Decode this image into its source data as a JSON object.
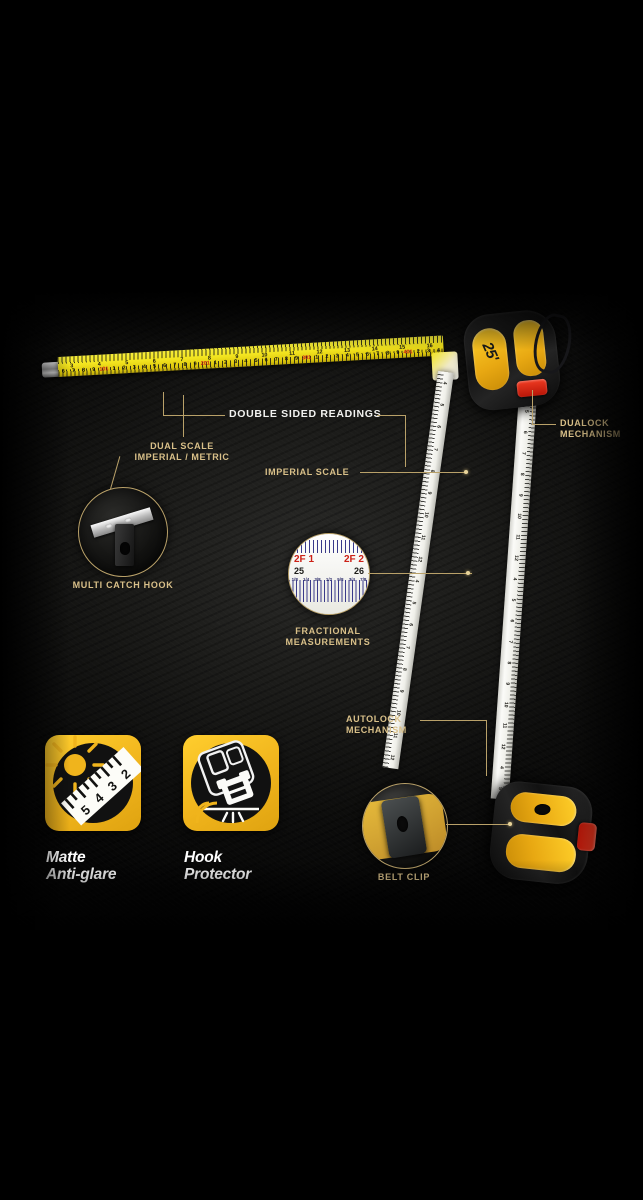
{
  "product": {
    "brand_mark": "25'",
    "body_color": "#f0b41c",
    "accent_gold": "#d9c089",
    "accent_red": "#cc2117",
    "background": "#000000"
  },
  "callouts": [
    {
      "id": "double-sided-readings",
      "label": "DOUBLE SIDED READINGS",
      "style": "white"
    },
    {
      "id": "dual-scale",
      "label": "DUAL SCALE\nIMPERIAL / METRIC",
      "style": "gold"
    },
    {
      "id": "imperial-scale",
      "label": "IMPERIAL SCALE",
      "style": "gold"
    },
    {
      "id": "dualock-mechanism",
      "label": "DUALOCK\nMECHANISM",
      "style": "gold"
    },
    {
      "id": "autolock-mechanism",
      "label": "AUTOLOCK\nMECHANISM",
      "style": "gold"
    },
    {
      "id": "multi-catch-hook",
      "label": "MULTI CATCH HOOK",
      "style": "gold"
    },
    {
      "id": "fractional-measurements",
      "label": "FRACTIONAL\nMEASUREMENTS",
      "style": "gold"
    },
    {
      "id": "belt-clip",
      "label": "BELT CLIP",
      "style": "gold"
    }
  ],
  "features": [
    {
      "id": "matte-anti-glare",
      "label": "Matte\nAnti-glare",
      "icon": "sun-ruler-icon"
    },
    {
      "id": "hook-protector",
      "label": "Hook\nProtector",
      "icon": "hook-protector-icon"
    }
  ],
  "blade_yellow": {
    "imperial_numbers": [
      "3",
      "4",
      "5",
      "6",
      "7",
      "8",
      "9",
      "10",
      "11",
      "12",
      "13",
      "14",
      "15",
      "16"
    ],
    "metric_numbers": [
      "6",
      "7",
      "8",
      "9",
      "101",
      "1",
      "2",
      "3",
      "4",
      "5",
      "6",
      "7",
      "8",
      "9",
      "201",
      "1",
      "2",
      "3",
      "4",
      "5",
      "6",
      "7",
      "8",
      "9",
      "301",
      "1",
      "2",
      "3",
      "4",
      "5",
      "6",
      "7",
      "8",
      "9",
      "401",
      "2",
      "3",
      "4"
    ],
    "metric_marker_indices": [
      4,
      14,
      24,
      34
    ]
  },
  "fractional_detail": {
    "left_foot": "2F 1",
    "right_foot": "2F 2",
    "left_inch": "25",
    "right_inch": "26",
    "fractions": [
      "1/8",
      "1/4",
      "3/8",
      "1/2",
      "5/8",
      "3/4",
      "7/8"
    ]
  },
  "anti_glare_icon": {
    "ruler_numbers": [
      "5",
      "4",
      "3",
      "2"
    ]
  }
}
